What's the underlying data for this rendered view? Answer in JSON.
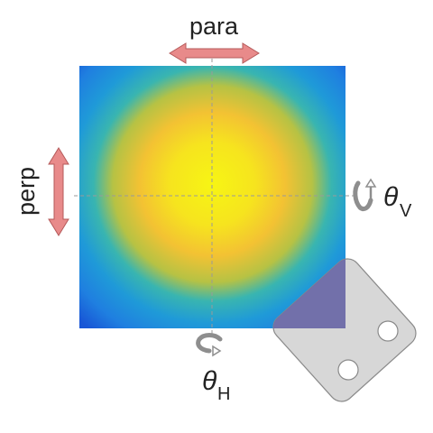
{
  "labels": {
    "para": "para",
    "perp": "perp",
    "theta_v_symbol": "θ",
    "theta_v_sub": "V",
    "theta_h_symbol": "θ",
    "theta_h_sub": "H"
  },
  "colors": {
    "arrow_fill": "#e88a8a",
    "arrow_stroke": "#b55a5a",
    "crosshair": "#9a9a9a",
    "map_center": "#f7f514",
    "map_mid": "#f3c233",
    "map_edge_inner": "#39b5b0",
    "map_edge": "#1f7fe0",
    "map_corner": "#1856d6",
    "chip_fill": "#d4d4d4",
    "chip_stroke": "#8a8a8a",
    "chip_overlap": "#6e6aa8",
    "rotation_icon": "#8e8e8e"
  },
  "icons": [
    "double-arrow-horizontal-icon",
    "double-arrow-vertical-icon",
    "rotation-vertical-axis-icon",
    "rotation-horizontal-axis-icon",
    "sample-chip-icon"
  ]
}
